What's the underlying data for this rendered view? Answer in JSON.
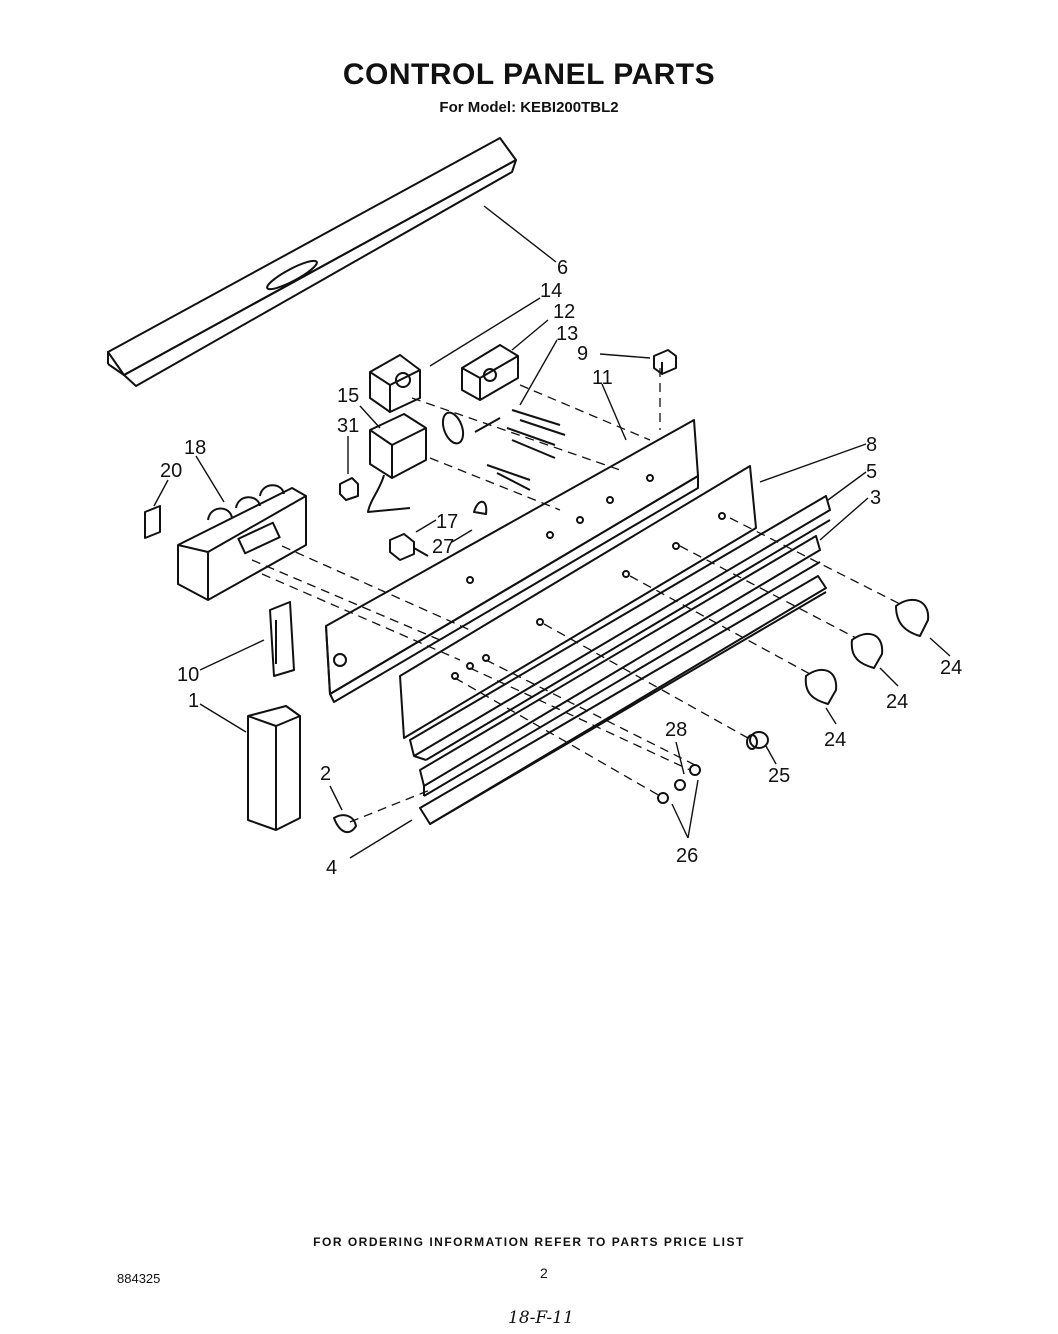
{
  "header": {
    "title": "CONTROL PANEL PARTS",
    "subtitle": "For Model: KEBI200TBL2"
  },
  "callouts": [
    "6",
    "14",
    "12",
    "13",
    "9",
    "11",
    "15",
    "31",
    "18",
    "20",
    "17",
    "27",
    "8",
    "5",
    "3",
    "10",
    "1",
    "24",
    "24",
    "24",
    "28",
    "25",
    "2",
    "26",
    "4"
  ],
  "footer": {
    "ordering_note": "FOR ORDERING INFORMATION REFER TO PARTS PRICE LIST",
    "doc_number": "884325",
    "page_number": "2",
    "handwritten_note": "18-F-11"
  }
}
